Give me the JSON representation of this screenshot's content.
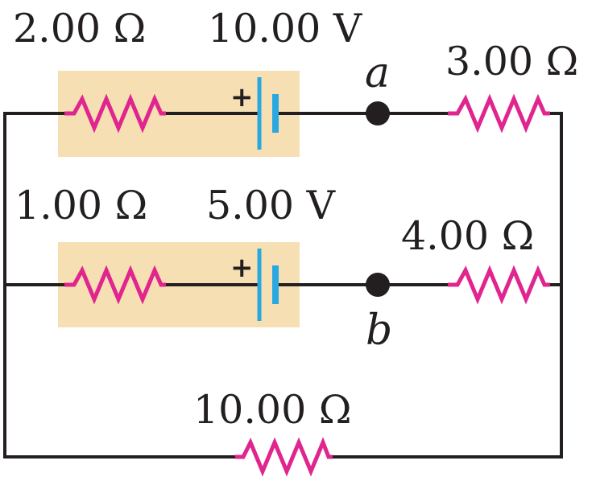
{
  "colors": {
    "wire": "#231f20",
    "resistor": "#e0258e",
    "battery": "#2aa8e0",
    "highlight": "#f7dfb4",
    "node": "#231f20"
  },
  "top_branch": {
    "resistor_label": "2.00 Ω",
    "battery_label": "10.00 V",
    "battery_polarity": "+",
    "node_label": "a",
    "right_resistor_label": "3.00 Ω"
  },
  "middle_branch": {
    "resistor_label": "1.00 Ω",
    "battery_label": "5.00 V",
    "battery_polarity": "+",
    "node_label": "b",
    "right_resistor_label": "4.00 Ω"
  },
  "bottom_branch": {
    "resistor_label": "10.00 Ω"
  }
}
